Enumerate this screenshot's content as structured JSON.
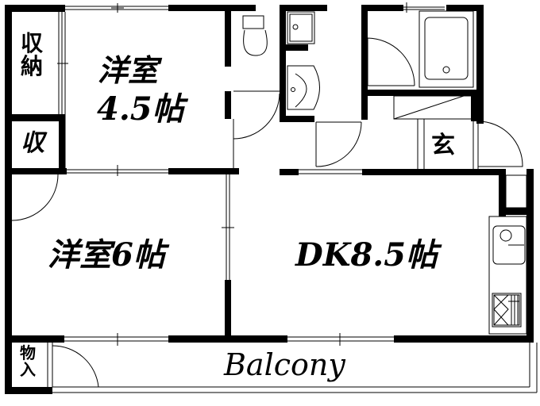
{
  "floor_plan": {
    "rooms": [
      {
        "id": "western_room_1",
        "label_line1": "洋室",
        "label_line2": "4.5帖"
      },
      {
        "id": "western_room_2",
        "label": "洋室6帖"
      },
      {
        "id": "dining_kitchen",
        "label": "DK8.5帖"
      },
      {
        "id": "balcony",
        "label": "Balcony"
      },
      {
        "id": "storage_closet",
        "label_line1": "収",
        "label_line2": "納"
      },
      {
        "id": "small_storage",
        "label": "収"
      },
      {
        "id": "entrance",
        "label": "玄"
      },
      {
        "id": "outdoor_storage",
        "label_line1": "物",
        "label_line2": "入"
      }
    ],
    "fixtures": [
      "toilet",
      "washing-machine-pan",
      "washbasin",
      "bathtub",
      "kitchen-sink",
      "gas-stove",
      "shoe-cabinet"
    ],
    "colors": {
      "wall": "#000000",
      "background": "#ffffff"
    }
  }
}
